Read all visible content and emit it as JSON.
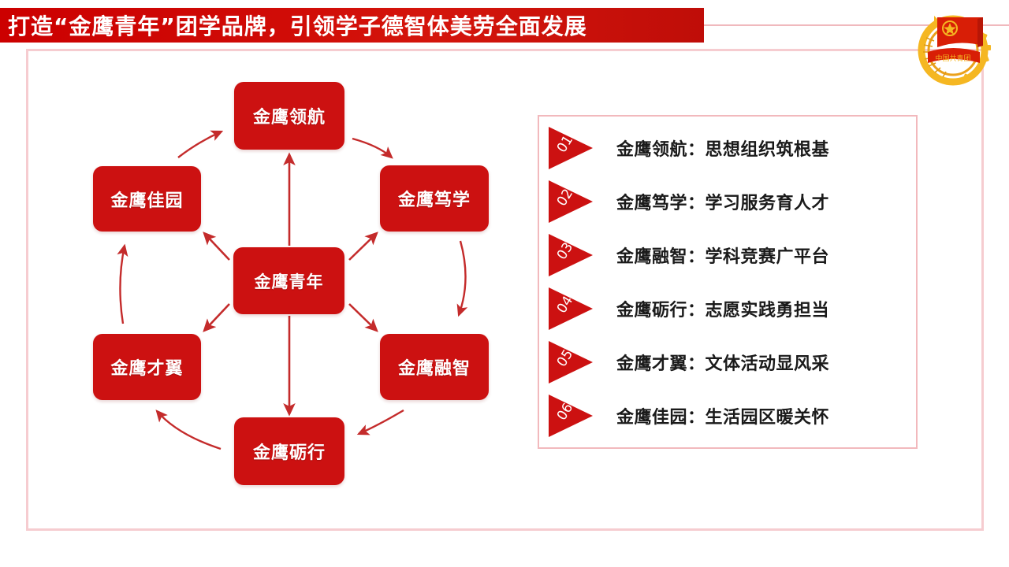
{
  "header": {
    "title": "打造“金鹰青年”团学品牌，引领学子德智体美劳全面发展",
    "emblem_name": "communist-youth-league-emblem",
    "emblem_banner_text": "中国共青团"
  },
  "colors": {
    "brand_red": "#CC1111",
    "title_bar_red": "#CC0000",
    "frame_pink": "#F6CCD0",
    "legend_border_pink": "#F2B9BD",
    "arrow_red": "#C42B2B",
    "emblem_gold": "#F5B722",
    "text_dark": "#1A1A1A",
    "white": "#FFFFFF"
  },
  "diagram": {
    "center": {
      "id": "center",
      "label": "金鹰青年"
    },
    "nodes": [
      {
        "id": "lead",
        "label": "金鹰领航"
      },
      {
        "id": "study",
        "label": "金鹰笃学"
      },
      {
        "id": "wisdom",
        "label": "金鹰融智"
      },
      {
        "id": "prac",
        "label": "金鹰砺行"
      },
      {
        "id": "talent",
        "label": "金鹰才翼"
      },
      {
        "id": "home",
        "label": "金鹰佳园"
      }
    ]
  },
  "legend": {
    "items": [
      {
        "number": "01",
        "label": "金鹰领航：思想组织筑根基"
      },
      {
        "number": "02",
        "label": "金鹰笃学：学习服务育人才"
      },
      {
        "number": "03",
        "label": "金鹰融智：学科竞赛广平台"
      },
      {
        "number": "04",
        "label": "金鹰砺行：志愿实践勇担当"
      },
      {
        "number": "05",
        "label": "金鹰才翼：文体活动显风采"
      },
      {
        "number": "06",
        "label": "金鹰佳园：生活园区暖关怀"
      }
    ]
  }
}
